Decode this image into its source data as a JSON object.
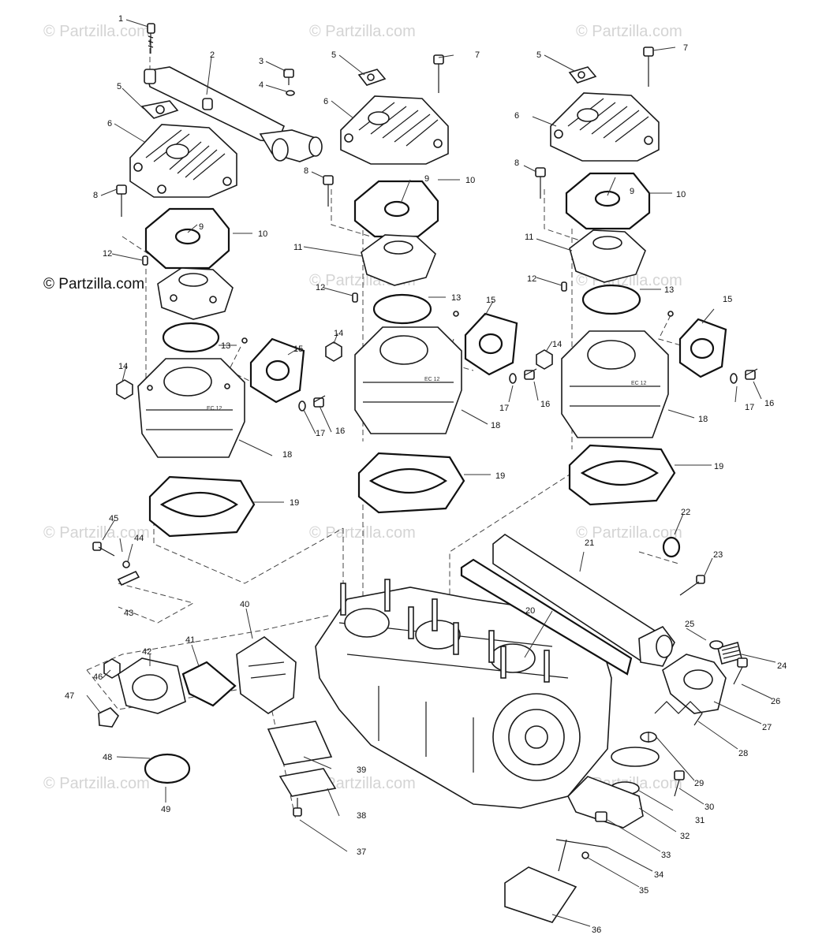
{
  "watermark": {
    "text": "© Partzilla.com",
    "color": "#d4d4d4"
  },
  "brand_label": "© Partzilla.com",
  "cylinder_marking": "EC 12",
  "callouts": [
    "1",
    "2",
    "3",
    "4",
    "5",
    "6",
    "7",
    "8",
    "9",
    "10",
    "11",
    "12",
    "13",
    "14",
    "15",
    "16",
    "17",
    "18",
    "19",
    "20",
    "21",
    "22",
    "23",
    "24",
    "25",
    "26",
    "27",
    "28",
    "29",
    "30",
    "31",
    "32",
    "33",
    "34",
    "35",
    "36",
    "37",
    "38",
    "39",
    "40",
    "41",
    "42",
    "43",
    "44",
    "45",
    "46",
    "47",
    "48",
    "49"
  ],
  "colors": {
    "line": "#1a1a1a",
    "background": "#ffffff"
  }
}
